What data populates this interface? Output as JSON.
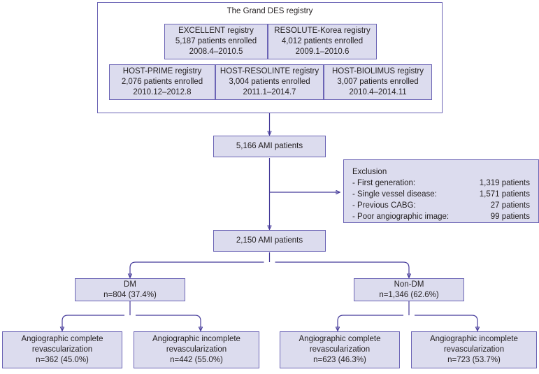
{
  "diagram": {
    "title": "The Grand DES registry",
    "accent_border": "#6b64b5",
    "node_fill": "#dcdcee",
    "arrow_color": "#453a9a"
  },
  "registries": [
    {
      "name": "EXCELLENT registry",
      "enrolled": "5,187 patients enrolled",
      "period": "2008.4–2010.5"
    },
    {
      "name": "RESOLUTE-Korea registry",
      "enrolled": "4,012 patients enrolled",
      "period": "2009.1–2010.6"
    },
    {
      "name": "HOST-PRIME registry",
      "enrolled": "2,076 patients enrolled",
      "period": "2010.12–2012.8"
    },
    {
      "name": "HOST-RESOLINTE registry",
      "enrolled": "3,004 patients enrolled",
      "period": "2011.1–2014.7"
    },
    {
      "name": "HOST-BIOLIMUS registry",
      "enrolled": "3,007 patients enrolled",
      "period": "2010.4–2014.11"
    }
  ],
  "cohort_initial": "5,166 AMI patients",
  "cohort_final": "2,150 AMI patients",
  "exclusion": {
    "heading": "Exclusion",
    "items": [
      {
        "label": "- First generation:",
        "value": "1,319 patients"
      },
      {
        "label": "- Single vessel disease:",
        "value": "1,571 patients"
      },
      {
        "label": "- Previous CABG:",
        "value": "27 patients"
      },
      {
        "label": "- Poor angiographic image:",
        "value": "99 patients"
      }
    ]
  },
  "groups": [
    {
      "name": "DM",
      "count": "n=804 (37.4%)"
    },
    {
      "name": "Non-DM",
      "count": "n=1,346 (62.6%)"
    }
  ],
  "outcomes": [
    {
      "line1": "Angiographic complete",
      "line2": "revascularization",
      "count": "n=362 (45.0%)"
    },
    {
      "line1": "Angiographic incomplete",
      "line2": "revascularization",
      "count": "n=442 (55.0%)"
    },
    {
      "line1": "Angiographic complete",
      "line2": "revascularization",
      "count": "n=623 (46.3%)"
    },
    {
      "line1": "Angiographic incomplete",
      "line2": "revascularization",
      "count": "n=723 (53.7%)"
    }
  ]
}
